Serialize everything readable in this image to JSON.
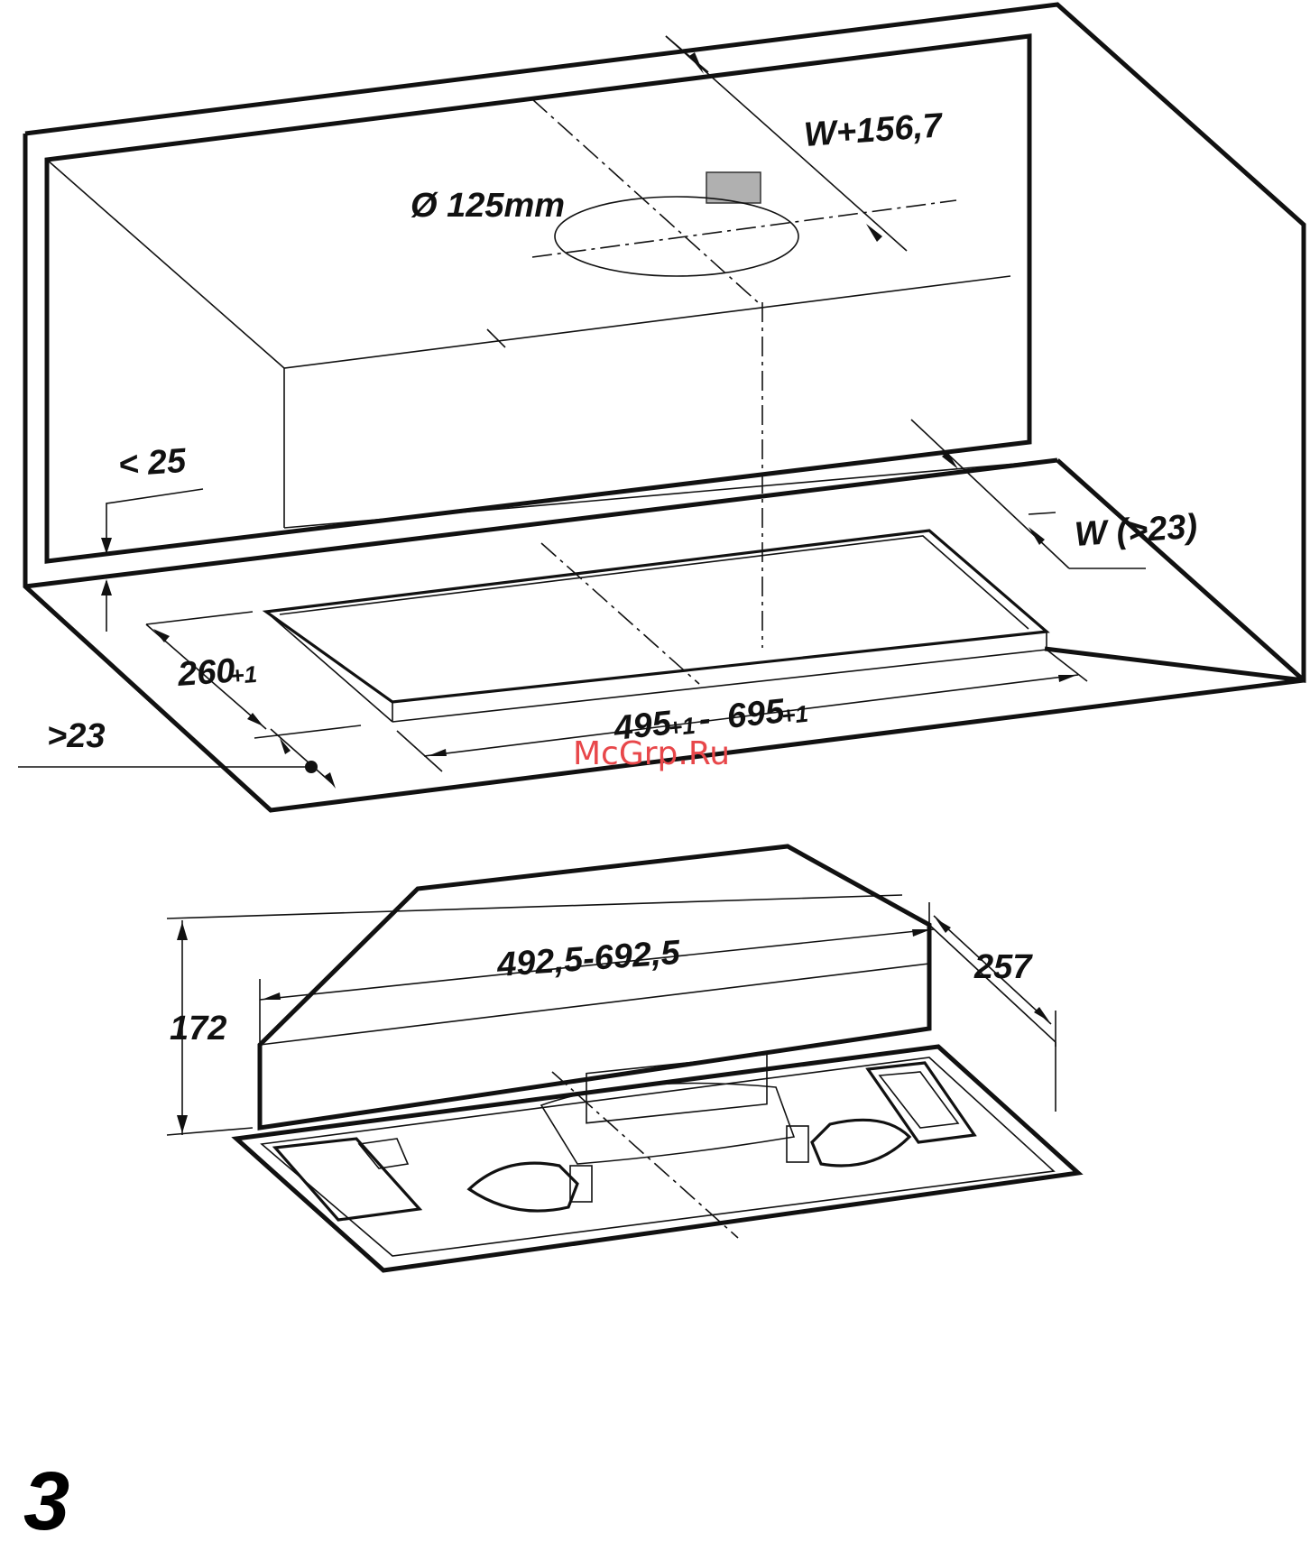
{
  "diagram": {
    "labels": {
      "w_plus": "W+156,7",
      "diameter": "Ø 125mm",
      "lt25": "< 25",
      "w_gt23": "W (>23)",
      "d260": "260",
      "d260_tol": "+1",
      "gt23": ">23",
      "width_a": "495",
      "width_a_tol": "+1",
      "width_sep": " - ",
      "width_b": "695",
      "width_b_tol": "+1",
      "hood_width": "492,5-692,5",
      "hood_depth": "257",
      "hood_height": "172"
    },
    "watermark": "McGrp.Ru",
    "page_number": "3"
  }
}
